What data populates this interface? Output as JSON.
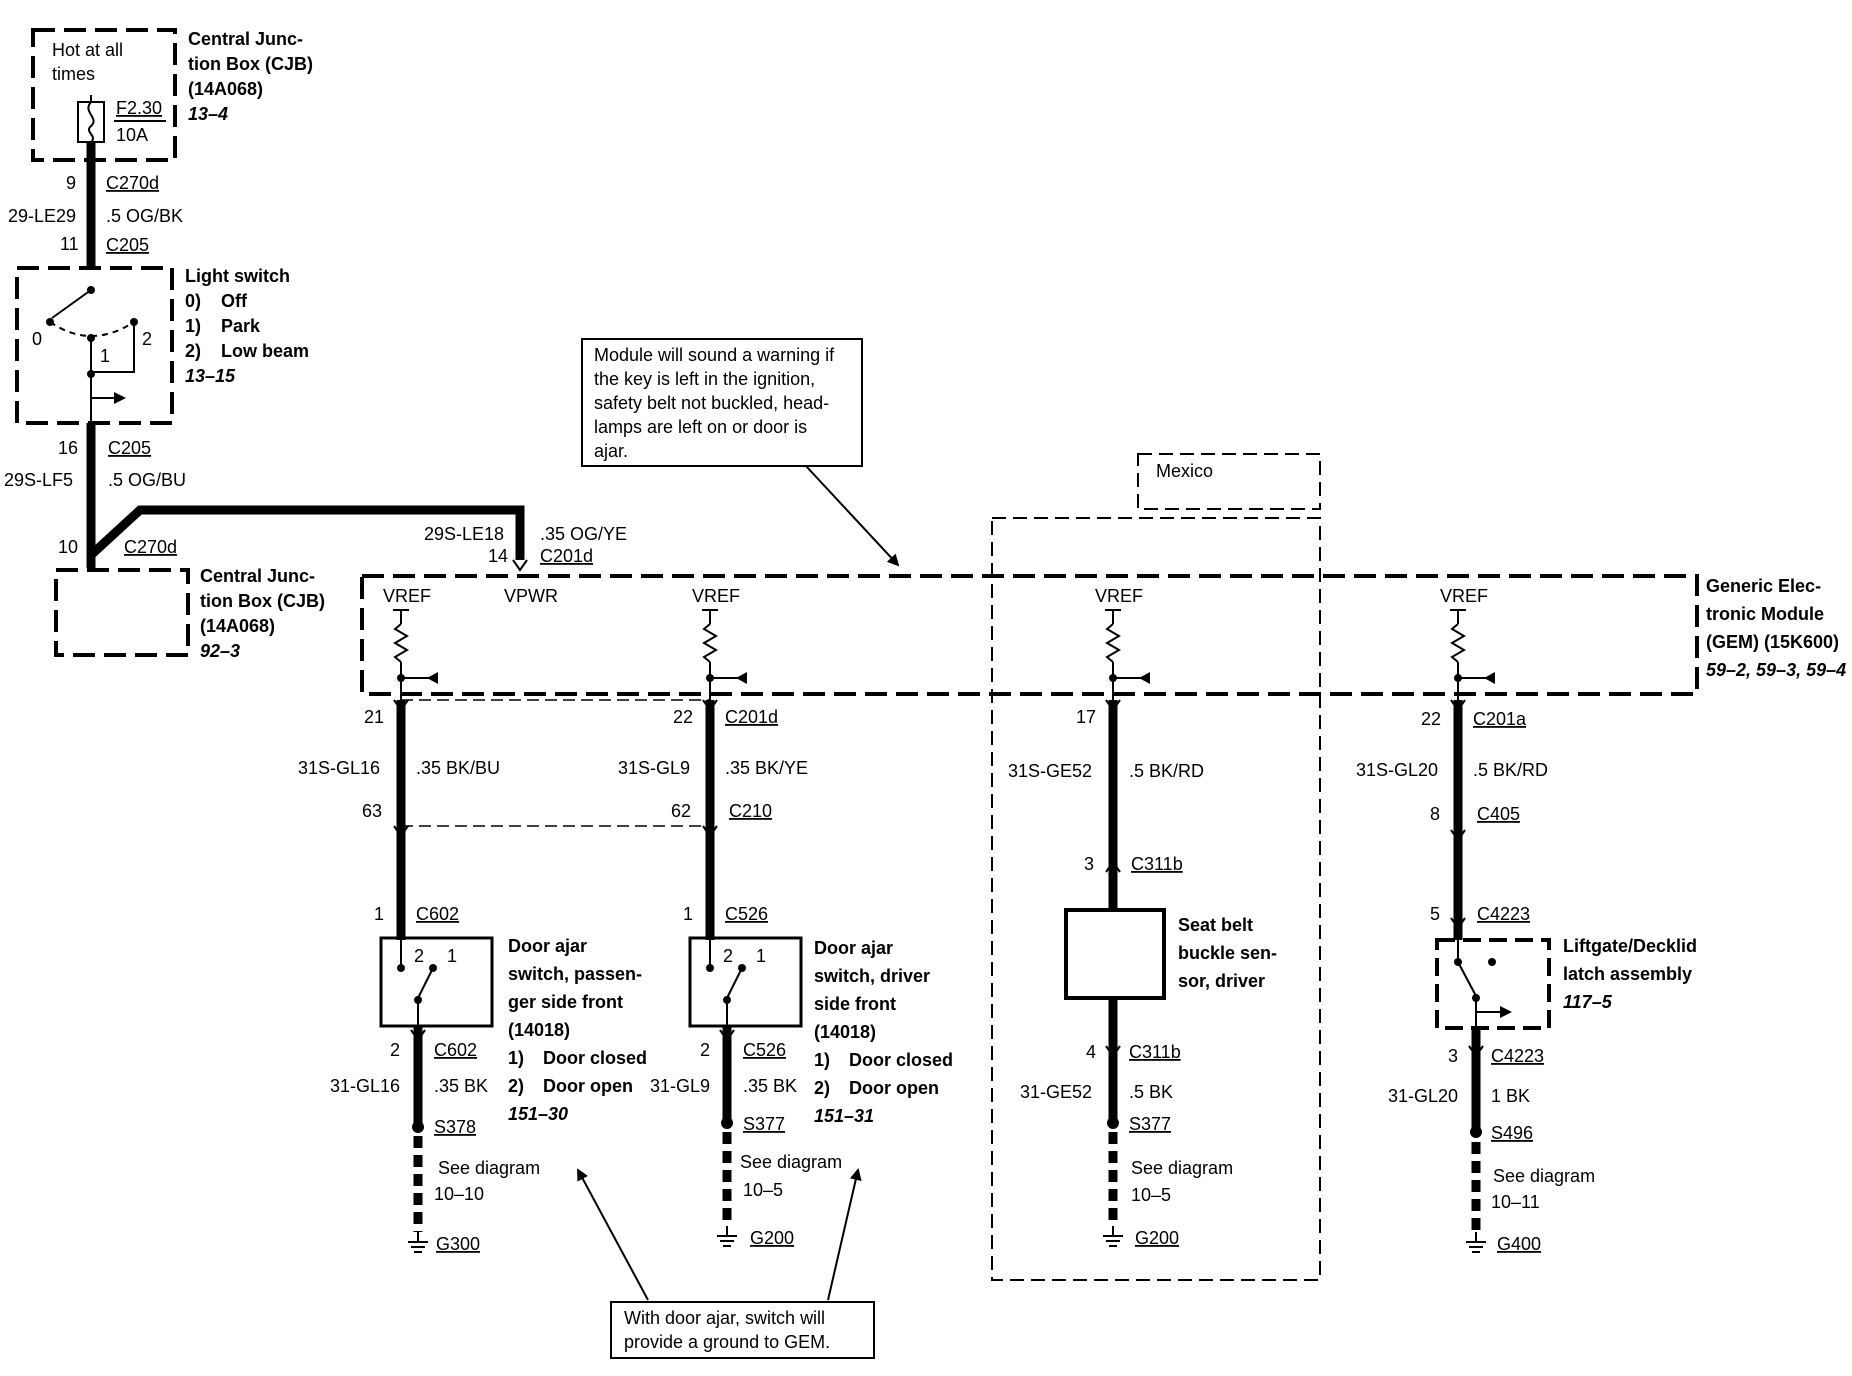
{
  "cjb_top": {
    "note_line1": "Hot at all",
    "note_line2": "times",
    "fuse_id": "F2.30",
    "fuse_rating": "10A",
    "title_line1": "Central Junc-",
    "title_line2": "tion Box (CJB)",
    "part": "(14A068)",
    "ref": "13–4"
  },
  "feed_wire": {
    "pin_top": "9",
    "conn_top": "C270d",
    "circuit": "29-LE29",
    "spec": ".5 OG/BK",
    "pin_bottom": "11",
    "conn_bottom": "C205"
  },
  "light_switch": {
    "title": "Light switch",
    "pos0": "0)",
    "pos0_label": "Off",
    "pos1": "1)",
    "pos1_label": "Park",
    "pos2": "2)",
    "pos2_label": "Low beam",
    "ref": "13–15",
    "contact0": "0",
    "contact1": "1",
    "contact2": "2"
  },
  "switch_out": {
    "pin": "16",
    "conn": "C205",
    "circuit": "29S-LF5",
    "spec": ".5 OG/BU",
    "pin_cjb": "10",
    "conn_cjb": "C270d"
  },
  "cjb_bottom": {
    "title_line1": "Central Junc-",
    "title_line2": "tion Box (CJB)",
    "part": "(14A068)",
    "ref": "92–3"
  },
  "vpwr_wire": {
    "circuit": "29S-LE18",
    "spec": ".35 OG/YE",
    "pin": "14",
    "conn": "C201d"
  },
  "warning_note": {
    "line1": "Module will sound a warning if",
    "line2": "the key is left in the ignition,",
    "line3": "safety belt not buckled, head-",
    "line4": "lamps are left on or door is",
    "line5": "ajar."
  },
  "mexico": "Mexico",
  "gem": {
    "title_line1": "Generic Elec-",
    "title_line2": "tronic Module",
    "title_line3": "(GEM) (15K600)",
    "ref": "59–2, 59–3, 59–4",
    "vref": "VREF",
    "vpwr": "VPWR"
  },
  "ch1": {
    "pin": "21",
    "circuit": "31S-GL16",
    "spec": ".35 BK/BU",
    "pin2": "63",
    "pin3": "1",
    "conn3": "C602",
    "sw_pin2": "2",
    "sw_pin1": "1",
    "title_line1": "Door ajar",
    "title_line2": "switch, passen-",
    "title_line3": "ger side front",
    "part": "(14018)",
    "opt1": "1)",
    "opt1_label": "Door closed",
    "opt2": "2)",
    "opt2_label": "Door open",
    "ref": "151–30",
    "out_pin": "2",
    "out_conn": "C602",
    "out_circuit": "31-GL16",
    "out_spec": ".35 BK",
    "splice": "S378",
    "see_line1": "See diagram",
    "see_line2": "10–10",
    "ground": "G300"
  },
  "ch2": {
    "pin": "22",
    "conn": "C201d",
    "circuit": "31S-GL9",
    "spec": ".35 BK/YE",
    "pin2": "62",
    "conn2": "C210",
    "pin3": "1",
    "conn3": "C526",
    "sw_pin2": "2",
    "sw_pin1": "1",
    "title_line1": "Door ajar",
    "title_line2": "switch, driver",
    "title_line3": "side front",
    "part": "(14018)",
    "opt1": "1)",
    "opt1_label": "Door closed",
    "opt2": "2)",
    "opt2_label": "Door open",
    "ref": "151–31",
    "out_pin": "2",
    "out_conn": "C526",
    "out_circuit": "31-GL9",
    "out_spec": ".35 BK",
    "splice": "S377",
    "see_line1": "See diagram",
    "see_line2": "10–5",
    "ground": "G200"
  },
  "ch3": {
    "pin": "17",
    "circuit": "31S-GE52",
    "spec": ".5 BK/RD",
    "pin3": "3",
    "conn3": "C311b",
    "title_line1": "Seat belt",
    "title_line2": "buckle sen-",
    "title_line3": "sor, driver",
    "out_pin": "4",
    "out_conn": "C311b",
    "out_circuit": "31-GE52",
    "out_spec": ".5 BK",
    "splice": "S377",
    "see_line1": "See diagram",
    "see_line2": "10–5",
    "ground": "G200"
  },
  "ch4": {
    "pin": "22",
    "conn": "C201a",
    "circuit": "31S-GL20",
    "spec": ".5 BK/RD",
    "pin2": "8",
    "conn2": "C405",
    "pin3": "5",
    "conn3": "C4223",
    "title_line1": "Liftgate/Decklid",
    "title_line2": "latch assembly",
    "ref": "117–5",
    "out_pin": "3",
    "out_conn": "C4223",
    "out_circuit": "31-GL20",
    "out_spec": "1 BK",
    "splice": "S496",
    "see_line1": "See diagram",
    "see_line2": "10–11",
    "ground": "G400"
  },
  "ground_note": {
    "line1": "With door ajar, switch will",
    "line2": "provide a ground to GEM."
  }
}
